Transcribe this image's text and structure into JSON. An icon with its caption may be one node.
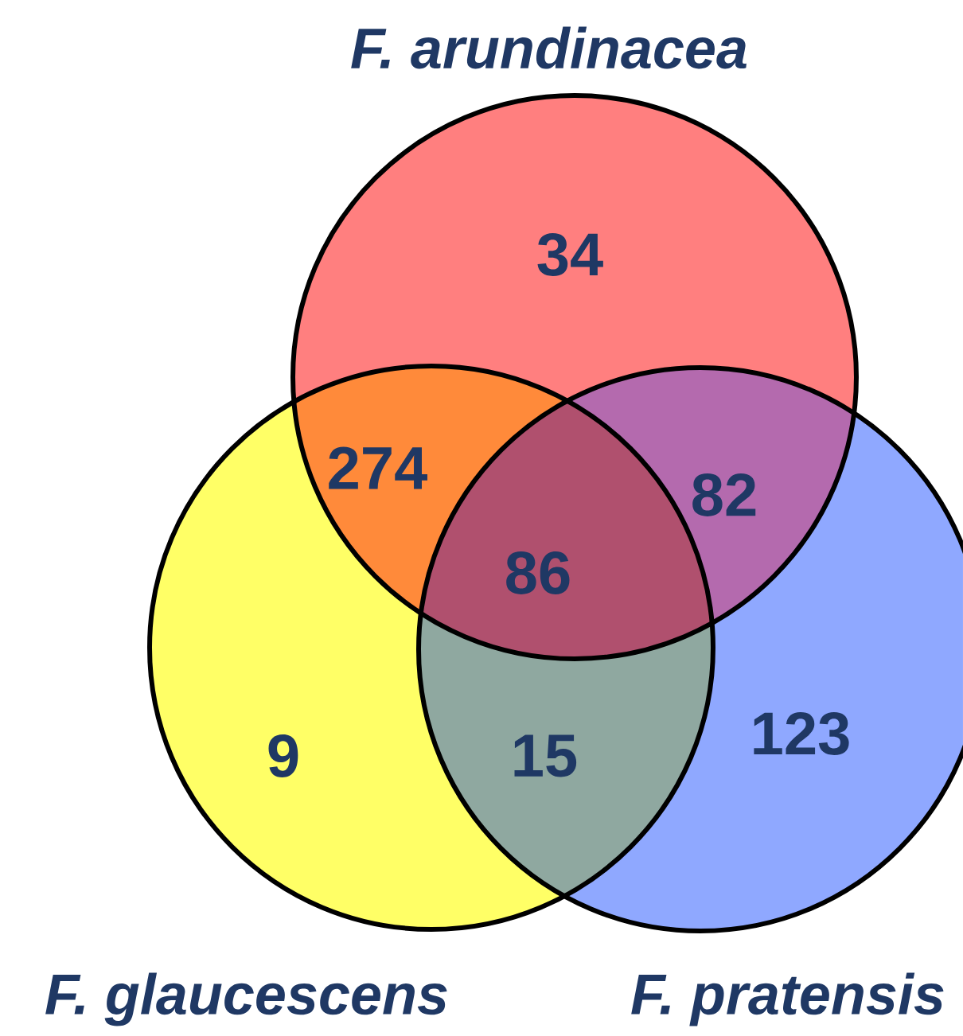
{
  "diagram": {
    "nodes": [
      {
        "text": [
          "F. arundinacea"
        ]
      },
      {
        "text": [
          "F. glaucescens"
        ]
      },
      {
        "text": [
          "F. pratensis"
        ]
      }
    ],
    "labels": [
      "34",
      "274",
      "82",
      "86",
      "9",
      "15",
      "123"
    ]
  }
}
